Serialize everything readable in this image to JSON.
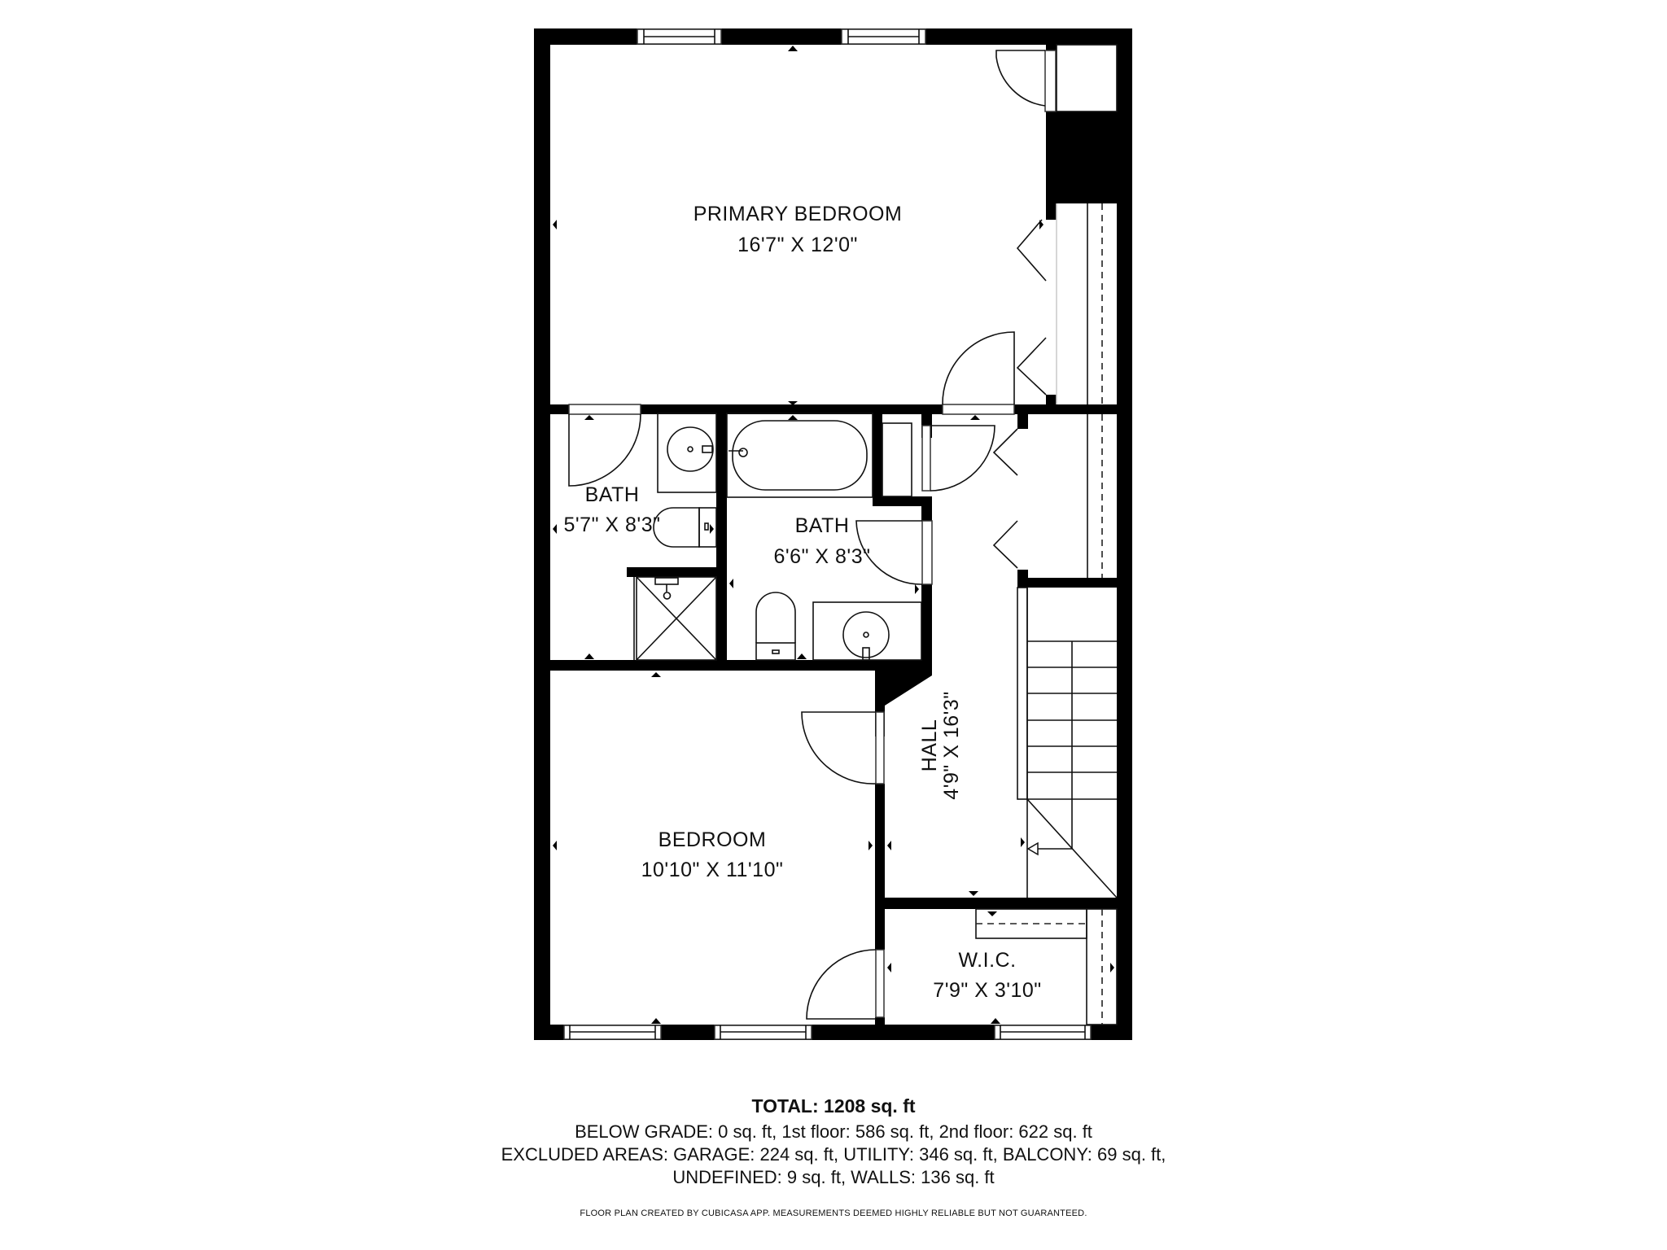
{
  "plan": {
    "rooms": [
      {
        "id": "primary-bedroom",
        "name": "PRIMARY BEDROOM",
        "dimensions": "16'7\" X 12'0\""
      },
      {
        "id": "bath-1",
        "name": "BATH",
        "dimensions": "5'7\" X 8'3\""
      },
      {
        "id": "bath-2",
        "name": "BATH",
        "dimensions": "6'6\" X 8'3\""
      },
      {
        "id": "hall",
        "name": "HALL",
        "dimensions": "4'9\" X 16'3\""
      },
      {
        "id": "bedroom",
        "name": "BEDROOM",
        "dimensions": "10'10\" X 11'10\""
      },
      {
        "id": "wic",
        "name": "W.I.C.",
        "dimensions": "7'9\" X 3'10\""
      }
    ],
    "colors": {
      "wall": "#000000",
      "background": "#ffffff",
      "line": "#111111"
    }
  },
  "summary": {
    "total": "TOTAL: 1208 sq. ft",
    "line1": "BELOW GRADE: 0 sq. ft, 1st floor: 586 sq. ft, 2nd floor: 622 sq. ft",
    "line2": "EXCLUDED AREAS: GARAGE: 224 sq. ft, UTILITY: 346 sq. ft, BALCONY: 69 sq. ft,",
    "line3": "UNDEFINED: 9 sq. ft, WALLS: 136 sq. ft",
    "disclaimer": "FLOOR PLAN CREATED BY CUBICASA APP. MEASUREMENTS DEEMED HIGHLY RELIABLE BUT NOT GUARANTEED."
  }
}
